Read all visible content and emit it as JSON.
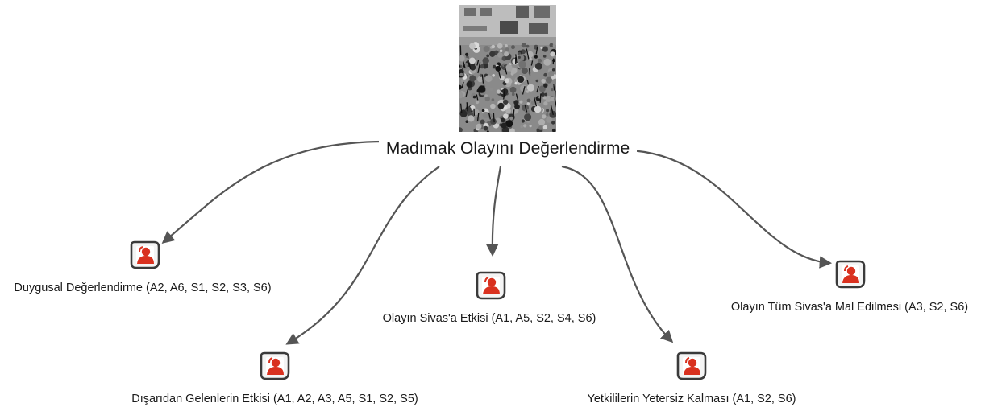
{
  "diagram": {
    "central": {
      "label": "Madımak Olayını Değerlendirme",
      "image": "crowd-protest-photo"
    },
    "nodes": [
      {
        "id": "n1",
        "label": "Duygusal Değerlendirme (A2, A6, S1, S2, S3, S6)",
        "icon": "person-document-icon"
      },
      {
        "id": "n2",
        "label": "Dışarıdan Gelenlerin Etkisi (A1, A2, A3, A5, S1, S2, S5)",
        "icon": "person-document-icon"
      },
      {
        "id": "n3",
        "label": "Olayın Sivas'a Etkisi (A1, A5, S2, S4, S6)",
        "icon": "person-document-icon"
      },
      {
        "id": "n4",
        "label": "Yetkililerin Yetersiz Kalması (A1, S2, S6)",
        "icon": "person-document-icon"
      },
      {
        "id": "n5",
        "label": "Olayın Tüm Sivas'a Mal Edilmesi (A3, S2, S6)",
        "icon": "person-document-icon"
      }
    ],
    "colors": {
      "edge": "#555555",
      "icon_red": "#d9311f",
      "icon_frame": "#3a3a3a",
      "text": "#1a1a1a"
    }
  }
}
